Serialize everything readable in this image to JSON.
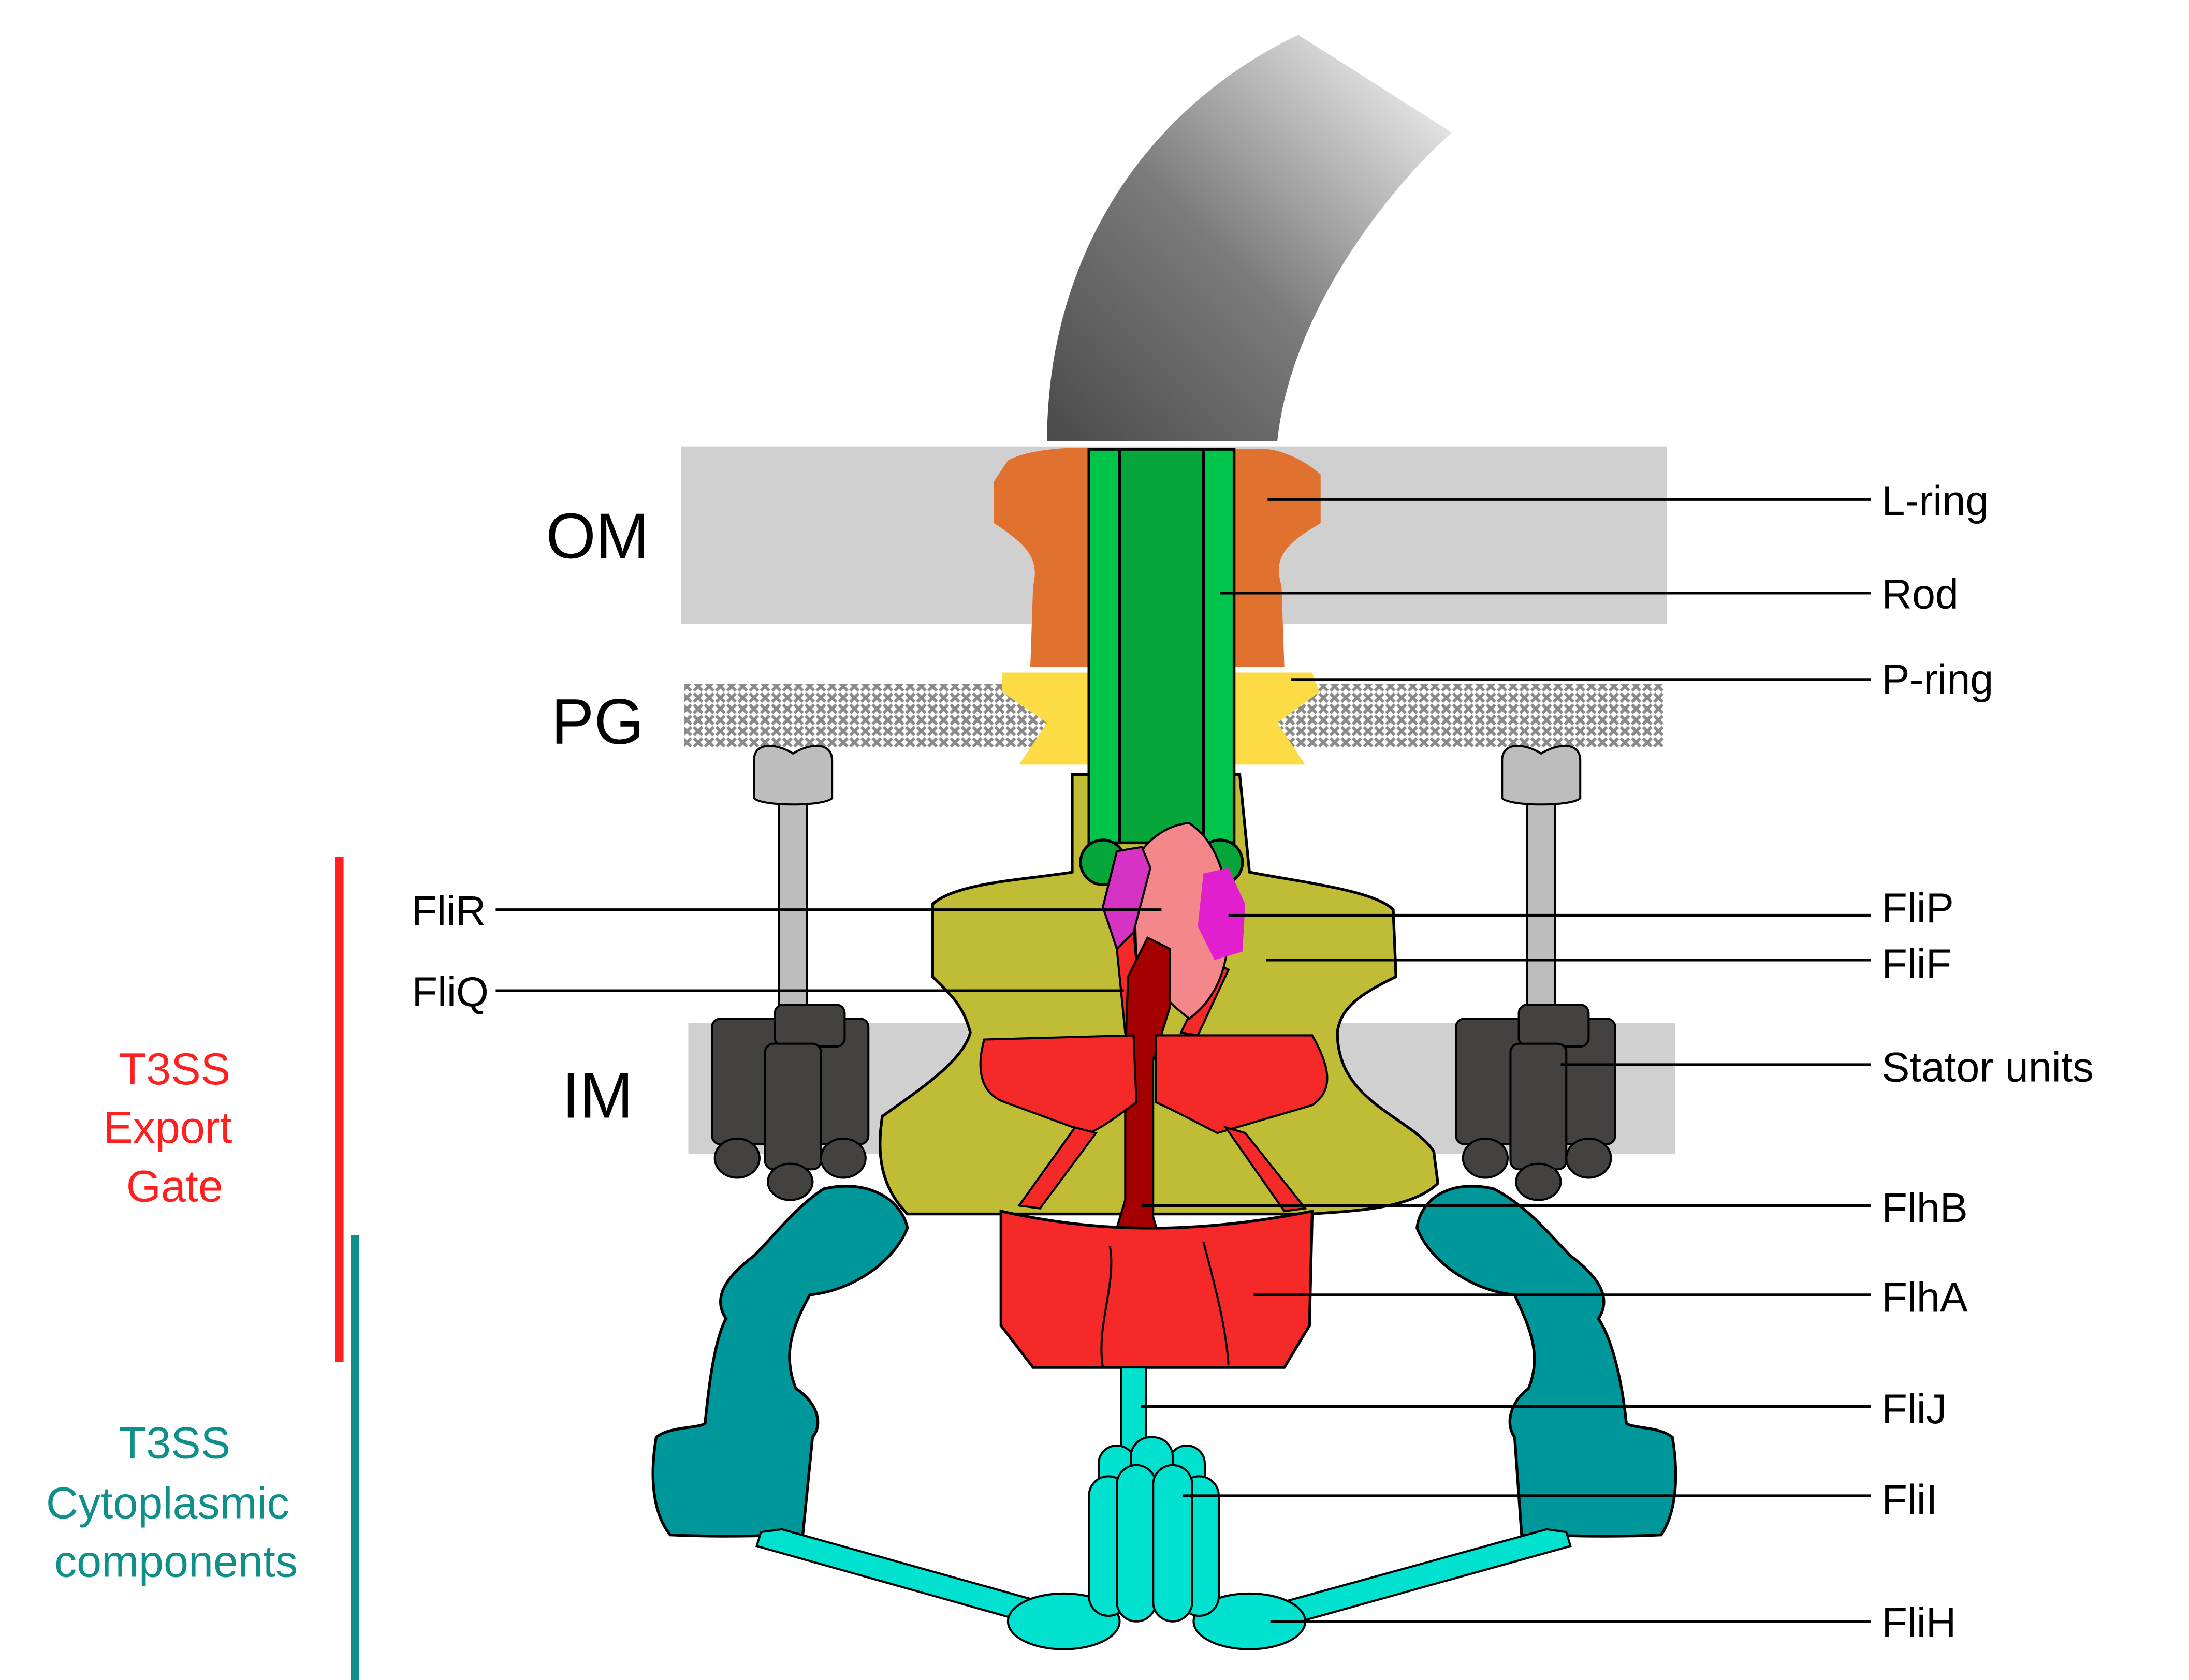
{
  "membranes": {
    "om": "OM",
    "pg": "PG",
    "im": "IM"
  },
  "callouts": {
    "l_ring": "L-ring",
    "rod": "Rod",
    "p_ring": "P-ring",
    "flip": "FliP",
    "flif": "FliF",
    "stator_units": "Stator units",
    "flhb": "FlhB",
    "flha": "FlhA",
    "flij": "FliJ",
    "flii": "FliI",
    "flih": "FliH",
    "flir": "FliR",
    "fliq": "FliQ"
  },
  "groups": {
    "export_gate": {
      "line1": "T3SS",
      "line2": "Export",
      "line3": "Gate",
      "color": "#ff1f1f"
    },
    "cytoplasmic": {
      "line1": "T3SS",
      "line2": "Cytoplasmic",
      "line3": "components",
      "color": "#0f8f8a"
    }
  },
  "colors": {
    "membrane": "#d0d0d0",
    "l_ring": "#e0712e",
    "p_ring": "#fddb45",
    "rod": "#07a63a",
    "rod_edge": "#00c54a",
    "flif": "#c1bc35",
    "flir": "#f3878a",
    "flip": "#e21fcf",
    "flhb": "#a40000",
    "flha": "#f52a28",
    "stator": "#444240",
    "stator_pole": "#bdbdbd",
    "cyto_ring": "#00979a",
    "atpase": "#00e2cf"
  }
}
